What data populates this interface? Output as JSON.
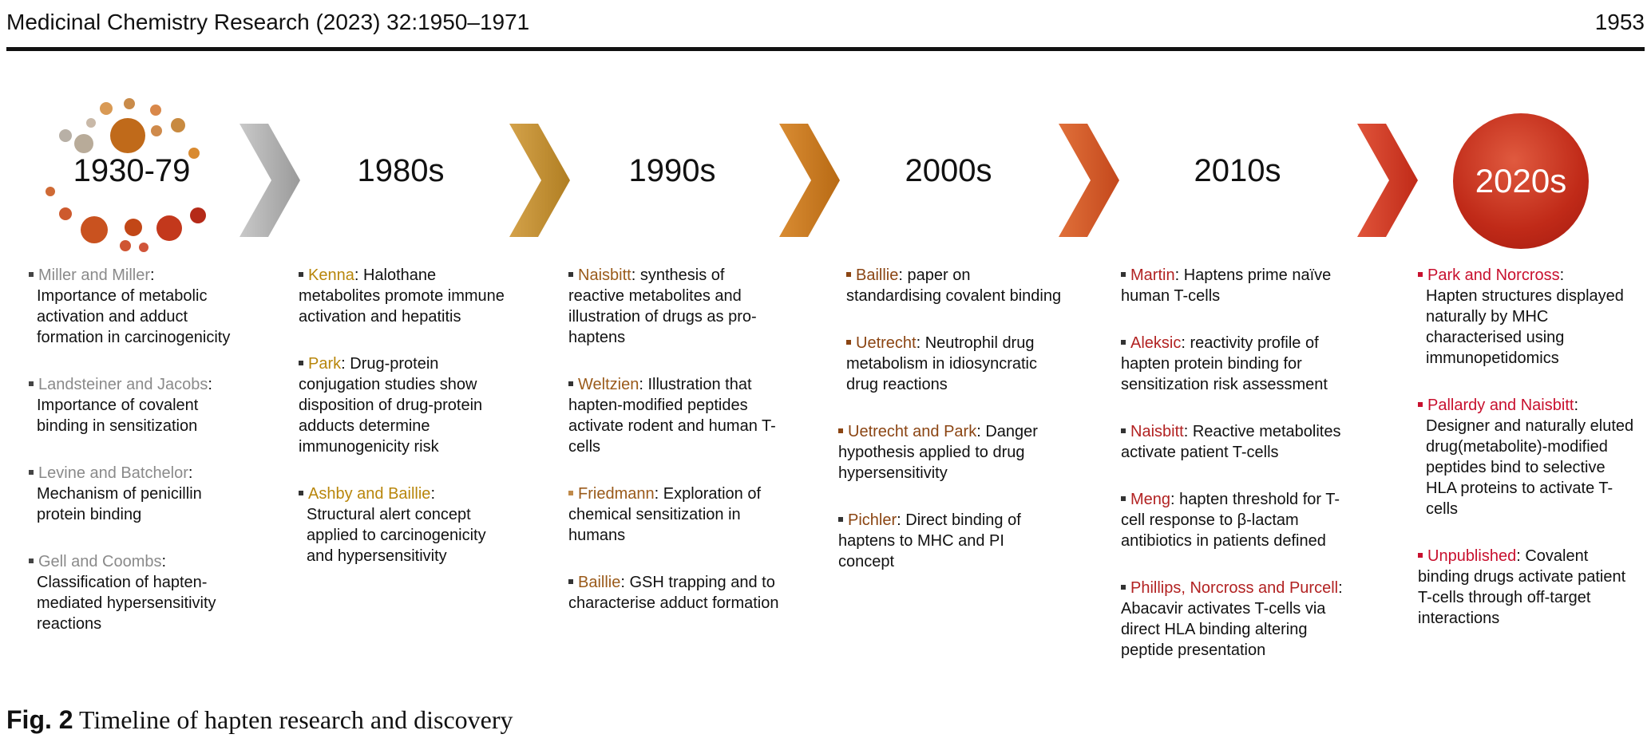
{
  "header": {
    "journal": "Medicinal Chemistry Research (2023) 32:1950–1971",
    "page": "1953"
  },
  "colors": {
    "gray": "#8a8a8a",
    "gold": "#b8860b",
    "amber": "#b5701e",
    "brown": "#8b4513",
    "darkred": "#a81c1c",
    "red": "#c8102e"
  },
  "eras": [
    "1930-79",
    "1980s",
    "1990s",
    "2000s",
    "2010s",
    "2020s"
  ],
  "columns": [
    {
      "name_color": "#8a8a8a",
      "entries": [
        {
          "name": "Miller and Miller",
          "text": "Importance of metabolic activation and adduct formation in carcinogenicity"
        },
        {
          "name": "Landsteiner and Jacobs",
          "text": "Importance of covalent binding in sensitization"
        },
        {
          "name": "Levine and Batchelor",
          "text": "Mechanism of penicillin protein binding"
        },
        {
          "name": "Gell and Coombs",
          "text": "Classification of hapten-mediated hypersensitivity reactions"
        }
      ]
    },
    {
      "name_color": "#b8860b",
      "entries": [
        {
          "name": "Kenna",
          "text": "Halothane metabolites promote immune activation and hepatitis"
        },
        {
          "name": "Park",
          "text": "Drug-protein conjugation studies show disposition of drug-protein adducts determine immunogenicity risk"
        },
        {
          "name": "Ashby and Baillie",
          "text": "Structural alert concept applied to carcinogenicity and hypersensitivity"
        }
      ]
    },
    {
      "name_color": "#9a5a1a",
      "entries": [
        {
          "name": "Naisbitt",
          "text": "synthesis of reactive metabolites and illustration of drugs as pro-haptens"
        },
        {
          "name": "Weltzien",
          "text": "Illustration that hapten-modified peptides activate rodent and human T-cells"
        },
        {
          "name": "Friedmann",
          "text": "Exploration of chemical sensitization in humans"
        },
        {
          "name": "Baillie",
          "text": "GSH trapping and to characterise adduct formation"
        }
      ]
    },
    {
      "name_color": "#8b4513",
      "entries": [
        {
          "name": "Baillie",
          "text": "paper on standardising covalent binding"
        },
        {
          "name": "Uetrecht",
          "text": "Neutrophil drug metabolism in idiosyncratic drug reactions"
        },
        {
          "name": "Uetrecht and Park",
          "text": "Danger hypothesis applied to drug hypersensitivity"
        },
        {
          "name": "Pichler",
          "text": "Direct binding of haptens to MHC and PI concept"
        }
      ]
    },
    {
      "name_color": "#b22222",
      "entries": [
        {
          "name": "Martin",
          "text": "Haptens prime naïve human T-cells"
        },
        {
          "name": "Aleksic",
          "text": "reactivity profile of hapten protein binding for sensitization risk assessment"
        },
        {
          "name": "Naisbitt",
          "text": "Reactive metabolites activate patient T-cells"
        },
        {
          "name": "Meng",
          "text": "hapten threshold for T-cell response to β-lactam antibiotics in patients defined"
        },
        {
          "name": "Phillips, Norcross and Purcell",
          "text": "Abacavir activates T-cells via direct HLA binding altering peptide presentation"
        }
      ]
    },
    {
      "name_color": "#c8102e",
      "entries": [
        {
          "name": "Park and Norcross",
          "text": "Hapten structures displayed naturally by MHC characterised using immunopetidomics"
        },
        {
          "name": "Pallardy and Naisbitt",
          "text": "Designer and naturally eluted drug(metabolite)-modified peptides bind to selective HLA proteins to activate T-cells"
        },
        {
          "name": "Unpublished",
          "text": "Covalent binding drugs activate patient T-cells through off-target interactions"
        }
      ]
    }
  ],
  "caption": {
    "label": "Fig. 2",
    "text": "Timeline of hapten research and discovery"
  }
}
